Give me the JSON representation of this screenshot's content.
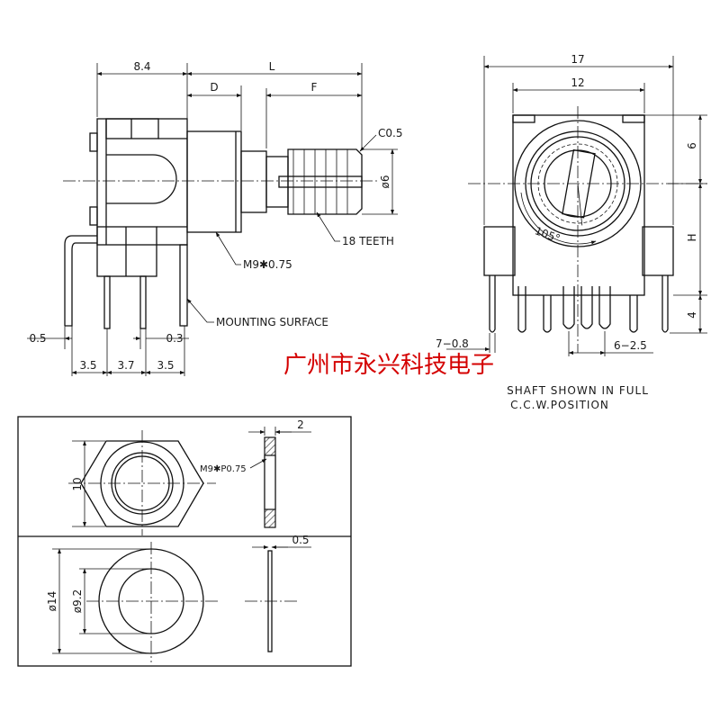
{
  "colors": {
    "line": "#111111",
    "background": "#ffffff",
    "watermark": "#d40000",
    "hatch": "#888888"
  },
  "side_view": {
    "dim_body": "8.4",
    "dim_total": "L",
    "dim_bushing": "D",
    "dim_shaft": "F",
    "chamfer": "C0.5",
    "shaft_dia": "ø6",
    "teeth": "18 TEETH",
    "thread": "M9✱0.75",
    "mounting": "MOUNTING SURFACE",
    "pin_width_left": "0.5",
    "pin_width_right": "0.3",
    "pitch_1": "3.5",
    "pitch_2": "3.7",
    "pitch_3": "3.5"
  },
  "front_view": {
    "width_outer": "17",
    "width_inner": "12",
    "height_top": "6",
    "height_mid": "H",
    "height_pins": "4",
    "angle": "105°",
    "pins_left": "7−0.8",
    "pins_right": "6−2.5",
    "note_line1": "SHAFT SHOWN IN FULL",
    "note_line2": "C.C.W.POSITION"
  },
  "watermark": "广州市永兴科技电子",
  "nut": {
    "across_flats": "10",
    "thickness": "2",
    "thread": "M9✱P0.75"
  },
  "washer": {
    "outer_dia": "ø14",
    "inner_dia": "ø9.2",
    "thickness": "0.5"
  }
}
